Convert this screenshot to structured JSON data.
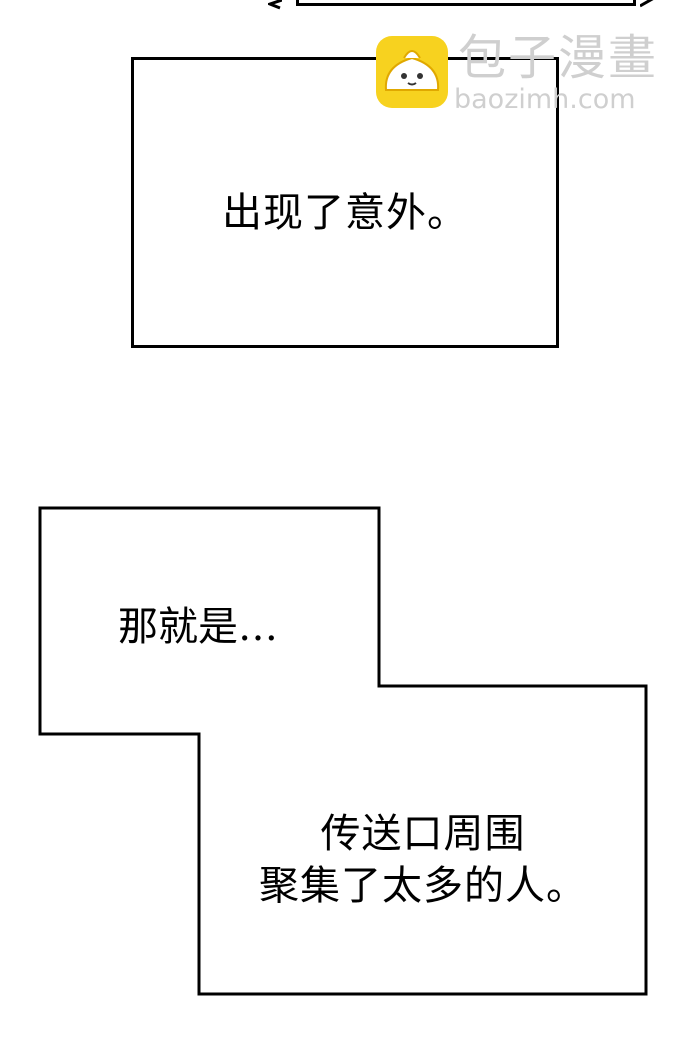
{
  "panel_top": {
    "caption": "出现了意外。"
  },
  "watermark": {
    "title": "包子漫畫",
    "subtitle": "baozimh.com",
    "logo_color": "#f7d21f",
    "logo_icon": "steamed-bun-icon"
  },
  "panel_bottom": {
    "caption_1": "那就是…",
    "caption_2_line_1": "传送口周围",
    "caption_2_line_2": "聚集了太多的人。"
  }
}
